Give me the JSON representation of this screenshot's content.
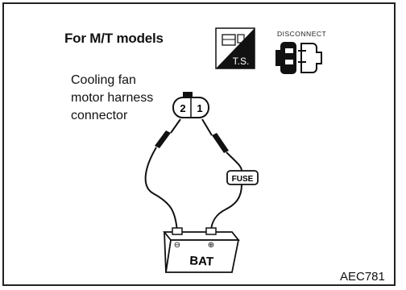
{
  "heading": "For M/T models",
  "ts_icon": {
    "label": "T.S.",
    "icon": "trouble-shooting-icon"
  },
  "disconnect_icon": {
    "label": "DISCONNECT",
    "icon": "disconnect-connector-icon"
  },
  "harness_label": [
    "Cooling fan",
    "motor harness",
    "connector"
  ],
  "connector": {
    "pins": [
      "2",
      "1"
    ]
  },
  "fuse_label": "FUSE",
  "battery": {
    "label": "BAT",
    "negative": "⊖",
    "positive": "⊕"
  },
  "figure_code": "AEC781"
}
